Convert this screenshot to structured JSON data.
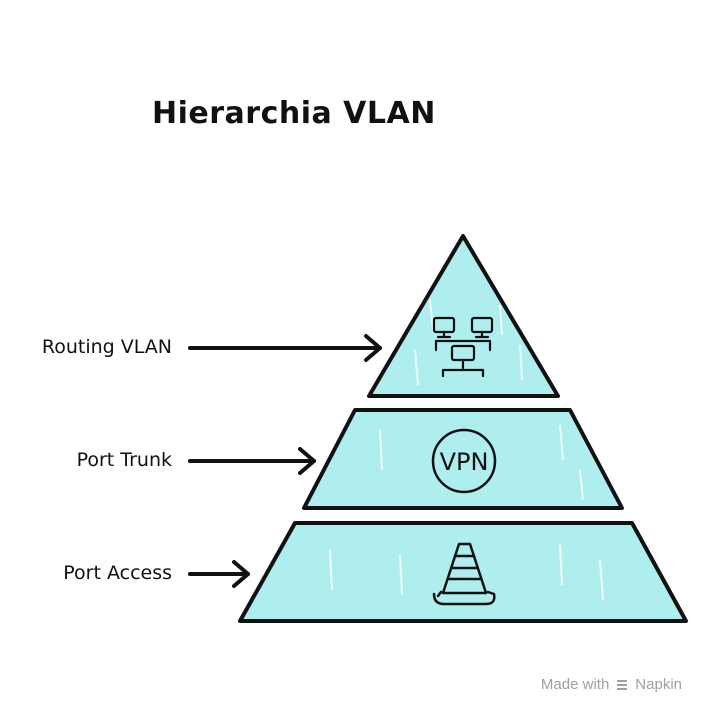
{
  "title": "Hierarchia VLAN",
  "levels": [
    {
      "label": "Routing VLAN",
      "icon": "network-computers-icon"
    },
    {
      "label": "Port Trunk",
      "icon": "vpn-icon"
    },
    {
      "label": "Port Access",
      "icon": "traffic-cone-icon"
    }
  ],
  "vpn_text": "VPN",
  "watermark": {
    "made_with": "Made with",
    "brand": "Napkin"
  },
  "colors": {
    "fill": "#aeeeef",
    "stroke": "#111111"
  }
}
